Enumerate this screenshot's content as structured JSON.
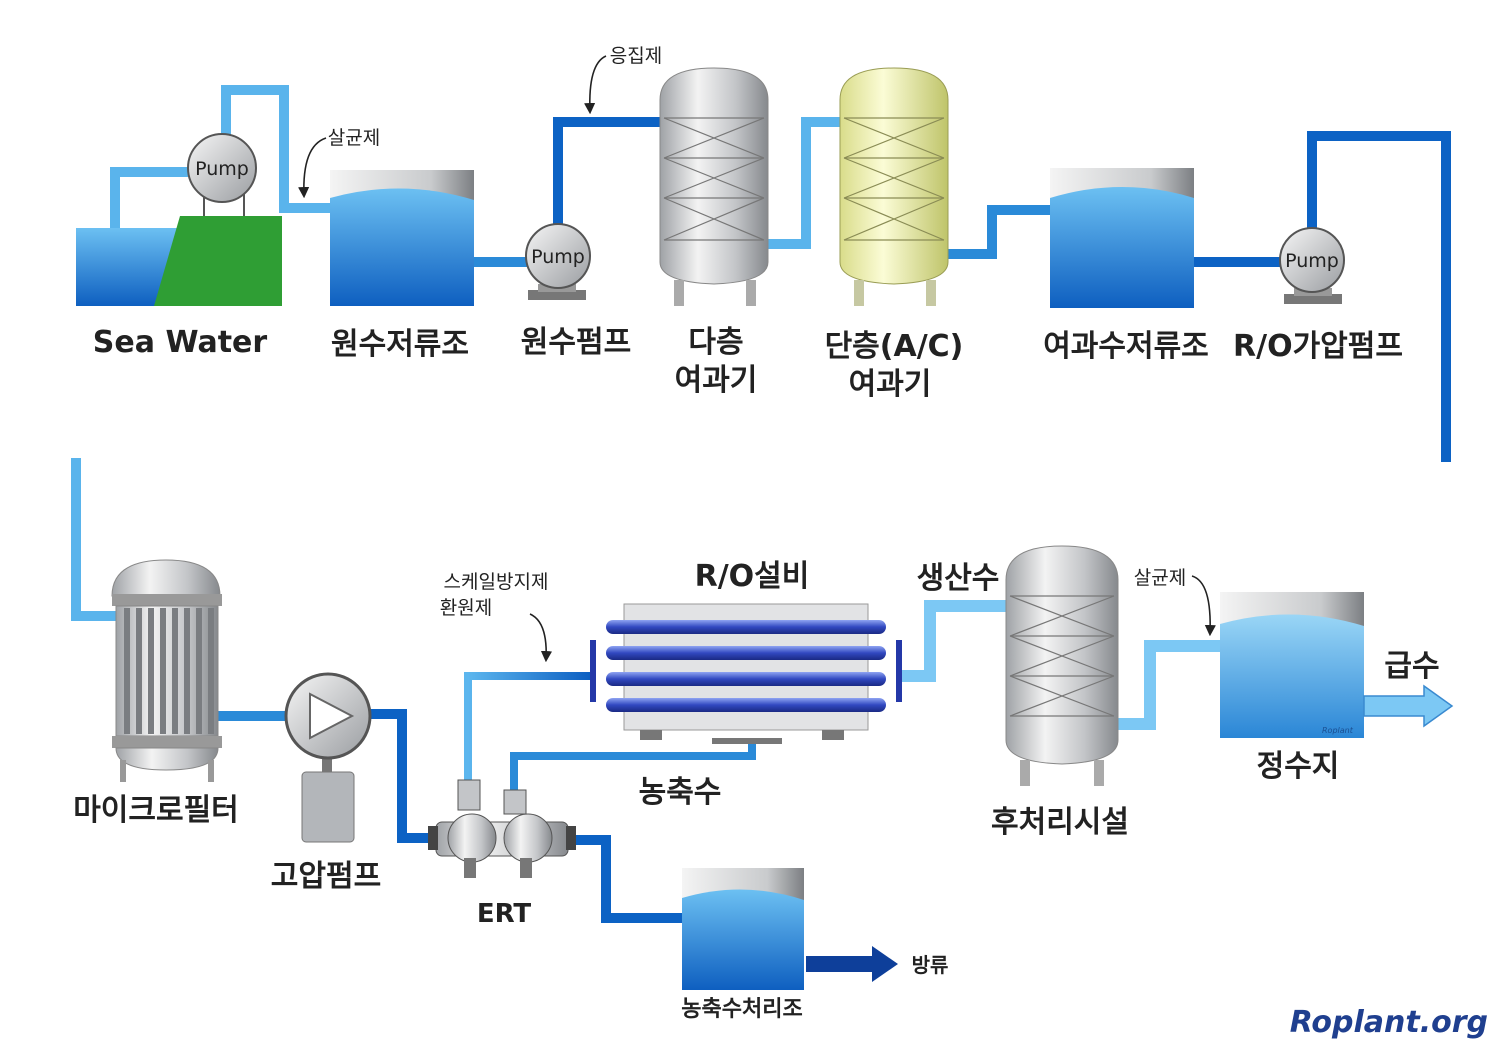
{
  "colors": {
    "pipe_light": "#5ab4ec",
    "pipe_mid": "#2a8ad8",
    "pipe_dark": "#0c62c4",
    "water": "#1f7ed6",
    "land": "#2f9e34",
    "steel": "#c7c9cc",
    "ac_filter": "#f1f3b0",
    "tube": "#3a4fc4"
  },
  "labels": {
    "sea_water": "Sea Water",
    "raw_tank": "원수저류조",
    "raw_pump": "원수펌프",
    "multi_filter_1": "다층",
    "multi_filter_2": "여과기",
    "ac_filter_1": "단층(A/C)",
    "ac_filter_2": "여과기",
    "filtered_tank": "여과수저류조",
    "ro_boost_pump": "R/O가압펌프",
    "micro_filter": "마이크로필터",
    "hp_pump": "고압펌프",
    "ert": "ERT",
    "ro_unit": "R/O설비",
    "concentrate": "농축수",
    "concentrate_tank": "농축수처리조",
    "discharge": "방류",
    "product_water": "생산수",
    "post_treatment": "후처리시설",
    "clear_well": "정수지",
    "supply": "급수"
  },
  "chemicals": {
    "disinfectant_1": "살균제",
    "coagulant": "응집제",
    "antiscalant": "스케일방지제",
    "reductant": "환원제",
    "disinfectant_2": "살균제"
  },
  "pumps": {
    "intake": "Pump",
    "raw": "Pump",
    "booster": "Pump"
  },
  "branding": {
    "watermark": "Roplant.org",
    "small_mark": "Roplant"
  }
}
